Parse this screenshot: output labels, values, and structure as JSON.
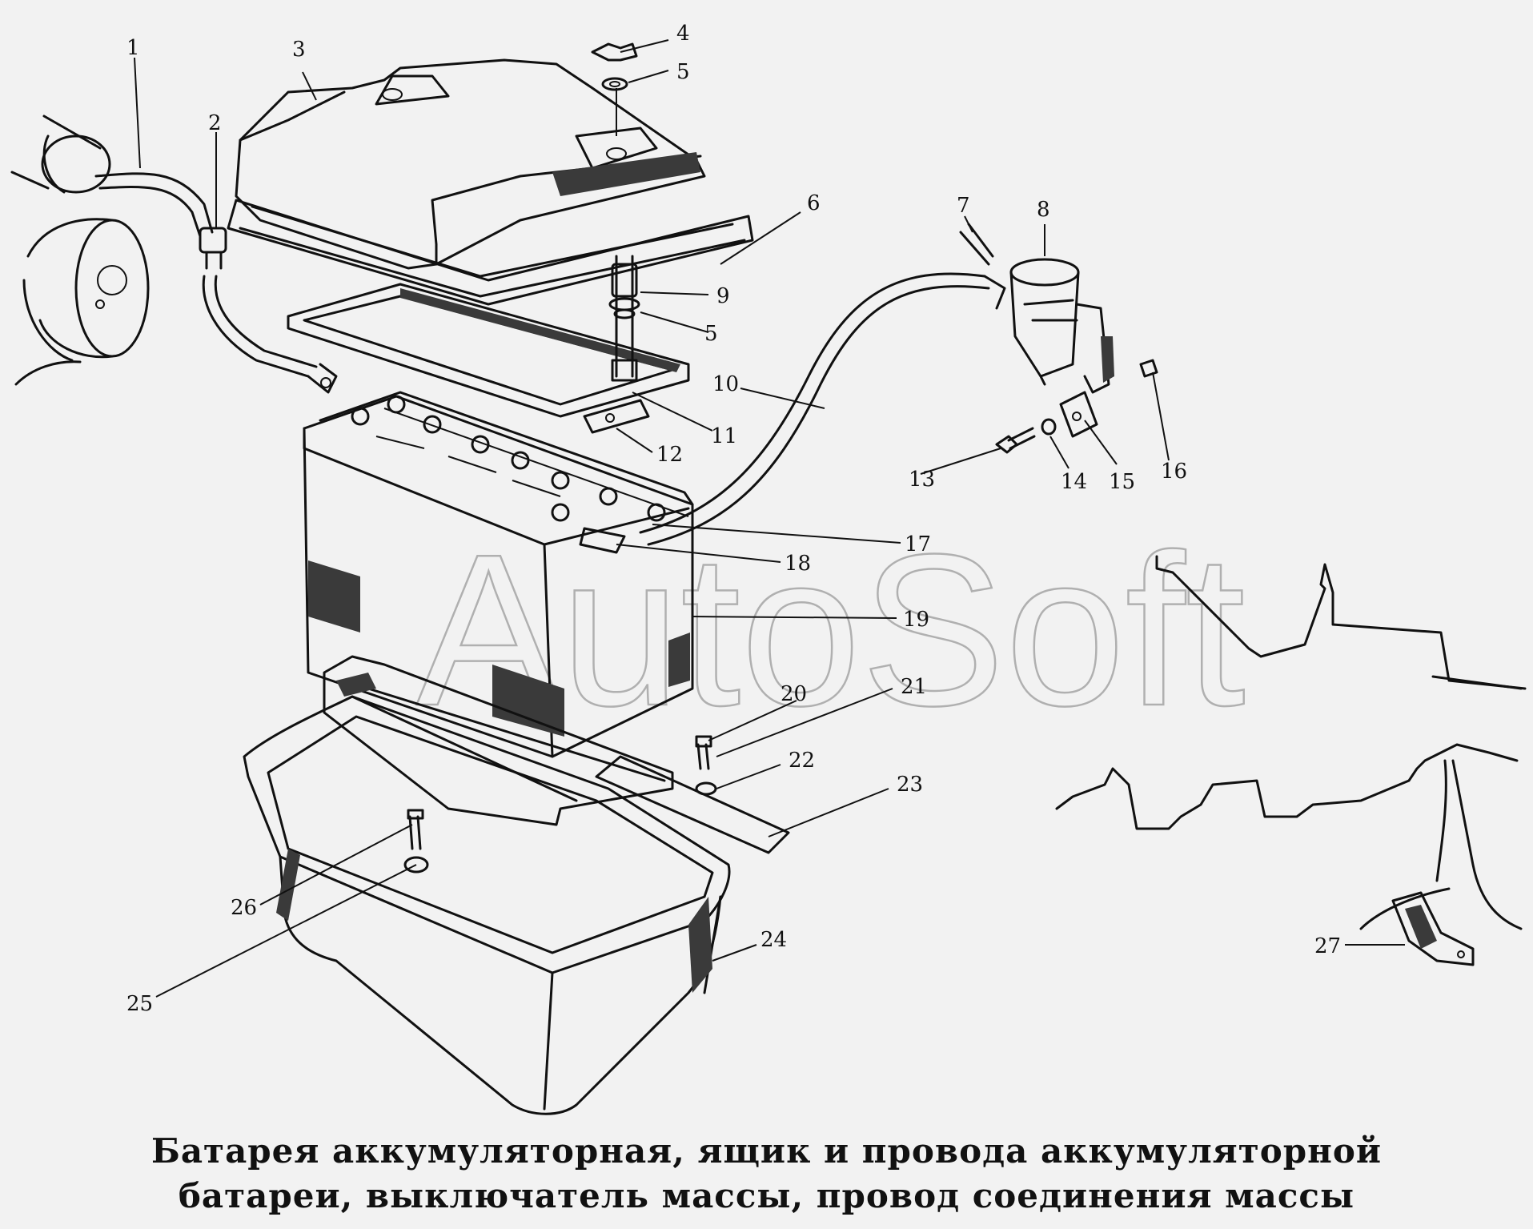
{
  "watermark": "AutoSoft",
  "caption": {
    "line1": "Батарея аккумуляторная, ящик и провода аккумуляторной",
    "line2": "батареи, выключатель массы, провод соединения массы"
  },
  "labels": [
    "1",
    "2",
    "3",
    "4",
    "5",
    "6",
    "7",
    "8",
    "9",
    "5",
    "10",
    "11",
    "12",
    "13",
    "14",
    "15",
    "16",
    "17",
    "18",
    "19",
    "20",
    "21",
    "22",
    "23",
    "24",
    "25",
    "26",
    "27"
  ]
}
